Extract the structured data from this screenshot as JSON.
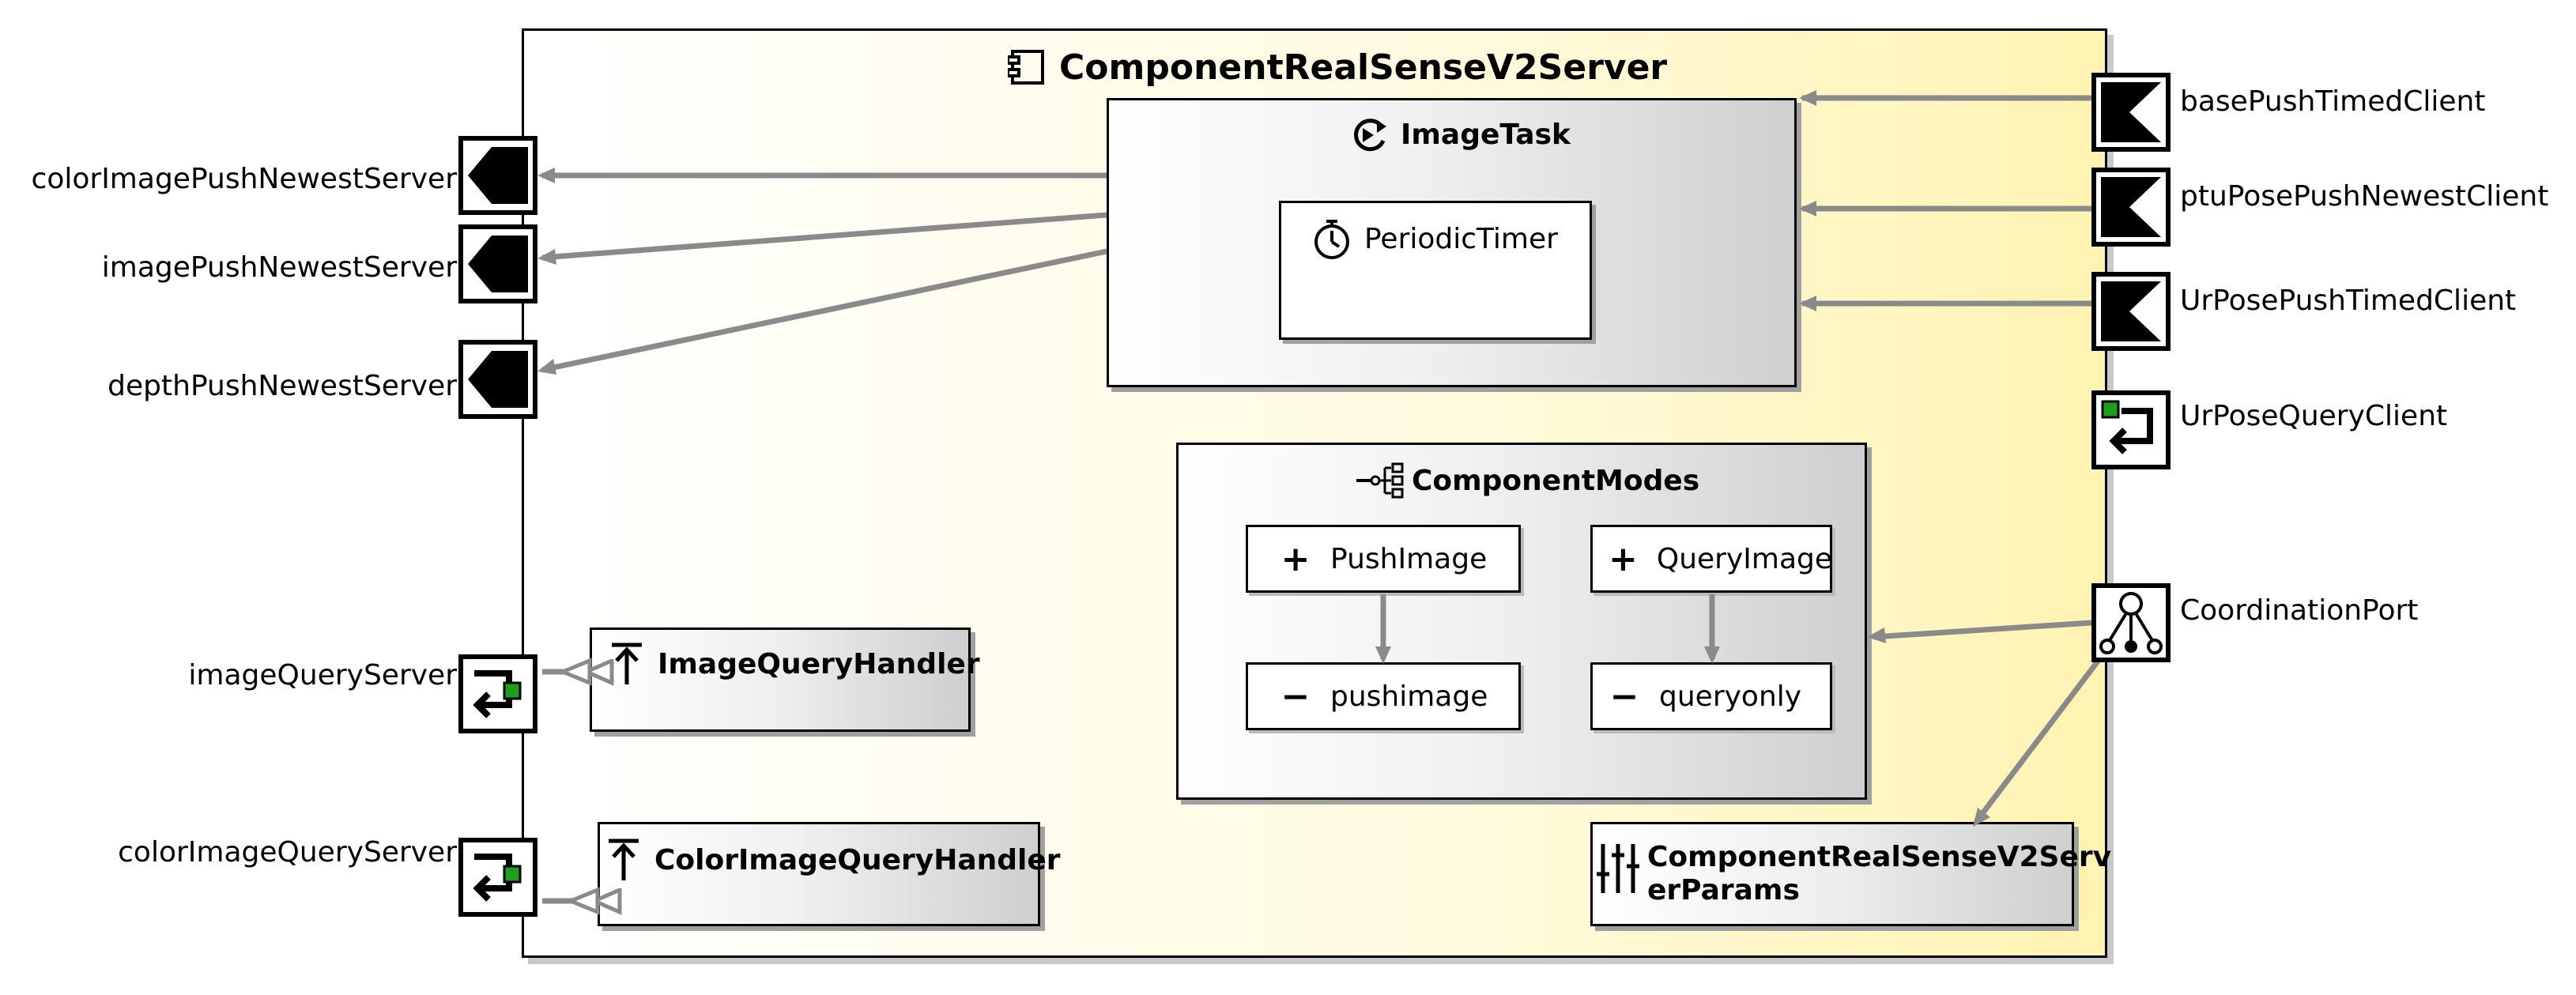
{
  "component": {
    "title": "ComponentRealSenseV2Server"
  },
  "tasks": {
    "image_task": "ImageTask",
    "periodic_timer": "PeriodicTimer"
  },
  "modes": {
    "title": "ComponentModes",
    "push_image": "PushImage",
    "query_image": "QueryImage",
    "pushimage": "pushimage",
    "queryonly": "queryonly",
    "plus_sign": "+",
    "minus_sign": "−"
  },
  "handlers": {
    "image_query_handler": "ImageQueryHandler",
    "color_image_query_handler": "ColorImageQueryHandler"
  },
  "params": {
    "line1": "ComponentRealSenseV2Serv",
    "line2": "erParams"
  },
  "ports_left": {
    "color_image_push_newest_server": "colorImagePushNewestServer",
    "image_push_newest_server": "imagePushNewestServer",
    "depth_push_newest_server": "depthPushNewestServer",
    "image_query_server": "imageQueryServer",
    "color_image_query_server": "colorImageQueryServer"
  },
  "ports_right": {
    "base_push_timed_client": "basePushTimedClient",
    "ptu_pose_push_newest_client": "ptuPosePushNewestClient",
    "ur_pose_push_timed_client": "UrPosePushTimedClient",
    "ur_pose_query_client": "UrPoseQueryClient",
    "coordination_port": "CoordinationPort"
  },
  "colors": {
    "connector": "#8a8a8a",
    "port_fill": "#000000",
    "query_marker": "#1aa01a",
    "component_gradient_end": "#fff3b2"
  },
  "icons": {
    "component": "component-icon",
    "task": "task-loop-icon",
    "timer": "timer-icon",
    "modes": "modes-tree-icon",
    "handler": "handler-arrow-up-icon",
    "params": "params-sliders-icon"
  }
}
